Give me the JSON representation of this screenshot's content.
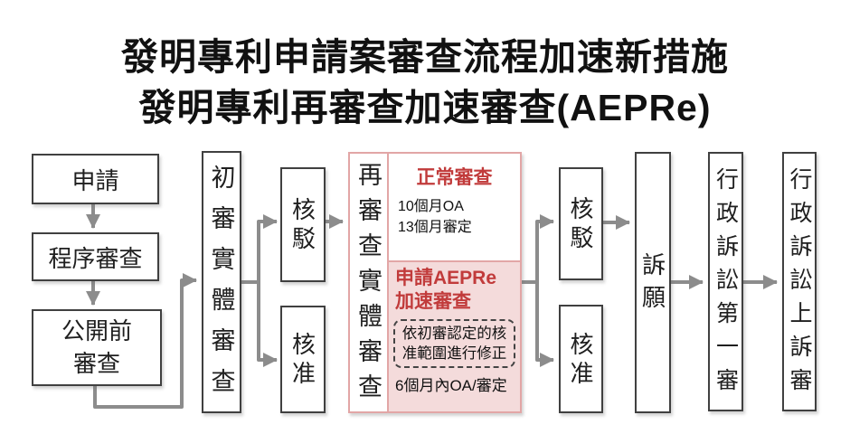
{
  "title": {
    "line1": "發明專利申請案審查流程加速新措施",
    "line2": "發明專利再審查加速審查(AEPRe)"
  },
  "flow": {
    "apply": "申請",
    "procedural_exam": "程序審查",
    "pre_publication_exam": "公開前\n審查",
    "initial_substantive_exam": "初審實體審查",
    "rejection_1": "核駁",
    "approval_1": "核准",
    "reexam_substantive": "再審查實體審查",
    "normal_track": {
      "title": "正常審查",
      "details": "10個月OA\n13個月審定"
    },
    "aepre_track": {
      "title": "申請AEPRe\n加速審查",
      "note": "依初審認定的核\n准範圍進行修正",
      "timing": "6個月內OA/審定"
    },
    "rejection_2": "核駁",
    "approval_2": "核准",
    "appeal": "訴願",
    "admin_litigation_first": "行政訴訟第一審",
    "admin_litigation_appeal": "行政訴訟上訴審"
  },
  "colors": {
    "arrow": "#8c8c8c",
    "box-border": "#404040",
    "text": "#1f1f1f",
    "accent-red": "#c13b3b",
    "pink-border": "#e2a6a6",
    "pink-fill": "#f4dbdb"
  }
}
